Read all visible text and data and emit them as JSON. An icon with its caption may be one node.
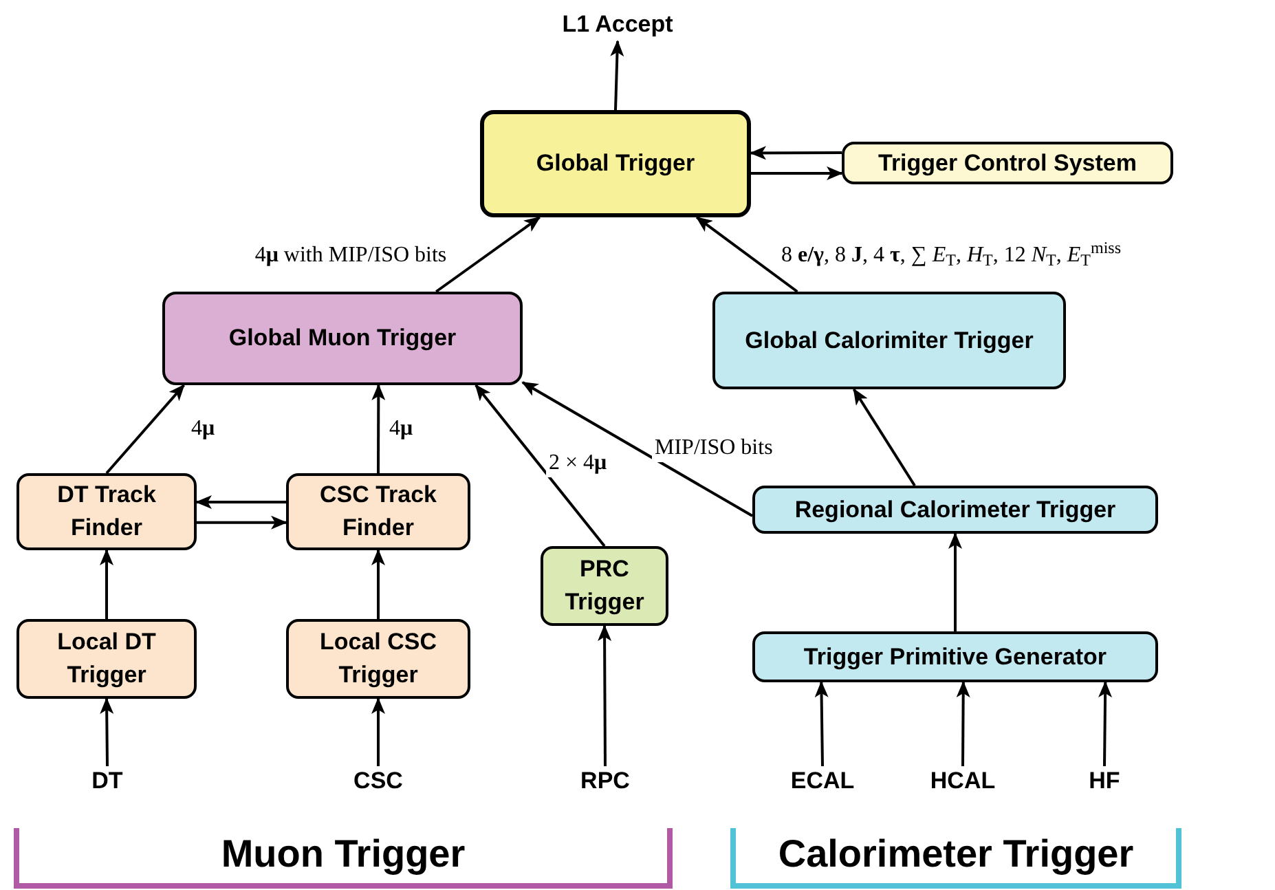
{
  "diagram": {
    "nodes": [
      {
        "text": [
          "L1 Accept"
        ]
      },
      {
        "text": [
          "Global Trigger"
        ]
      },
      {
        "text": [
          "Trigger Control System"
        ]
      },
      {
        "text": [
          "Global Muon Trigger"
        ]
      },
      {
        "text": [
          "Global Calorimiter Trigger"
        ]
      },
      {
        "text": [
          "DT Track Finder"
        ]
      },
      {
        "text": [
          "CSC Track Finder"
        ]
      },
      {
        "text": [
          "Regional Calorimeter Trigger"
        ]
      },
      {
        "text": [
          "PRC Trigger"
        ]
      },
      {
        "text": [
          "Local DT Trigger"
        ]
      },
      {
        "text": [
          "Local CSC Trigger"
        ]
      },
      {
        "text": [
          "Trigger Primitive Generator"
        ]
      },
      {
        "text": [
          "DT"
        ]
      },
      {
        "text": [
          "CSC"
        ]
      },
      {
        "text": [
          "RPC"
        ]
      },
      {
        "text": [
          "ECAL"
        ]
      },
      {
        "text": [
          "HCAL"
        ]
      },
      {
        "text": [
          "HF"
        ]
      }
    ],
    "edges": [
      {
        "from": 1,
        "to": 0,
        "arrow": "to"
      },
      {
        "from": 2,
        "to": 1,
        "arrow": "to"
      },
      {
        "from": 1,
        "to": 2,
        "arrow": "to"
      },
      {
        "from": 3,
        "to": 1,
        "arrow": "to",
        "label": "4**μ** with MIP/ISO bits"
      },
      {
        "from": 4,
        "to": 1,
        "arrow": "to",
        "label": "8 **e/γ**, 8 **J**, 4 **τ**, ∑ *E*$_{T}$, *H*$_{T}$, 12 *N*$_{T}$, *E*$_{T}$$^{miss}$"
      },
      {
        "from": 5,
        "to": 3,
        "arrow": "to",
        "label": "4**μ**"
      },
      {
        "from": 6,
        "to": 3,
        "arrow": "to",
        "label": "4**μ**"
      },
      {
        "from": 8,
        "to": 3,
        "arrow": "to",
        "label": "2 × 4**μ**"
      },
      {
        "from": 7,
        "to": 3,
        "arrow": "to",
        "label": "MIP/ISO bits"
      },
      {
        "from": 7,
        "to": 4,
        "arrow": "to"
      },
      {
        "from": 6,
        "to": 5,
        "arrow": "to"
      },
      {
        "from": 5,
        "to": 6,
        "arrow": "to"
      },
      {
        "from": 9,
        "to": 5,
        "arrow": "to"
      },
      {
        "from": 10,
        "to": 6,
        "arrow": "to"
      },
      {
        "from": 11,
        "to": 7,
        "arrow": "to"
      },
      {
        "from": 14,
        "to": 8,
        "arrow": "to"
      },
      {
        "from": 12,
        "to": 9,
        "arrow": "to"
      },
      {
        "from": 13,
        "to": 10,
        "arrow": "to"
      },
      {
        "from": 15,
        "to": 11,
        "arrow": "to"
      },
      {
        "from": 16,
        "to": 11,
        "arrow": "to"
      },
      {
        "from": 17,
        "to": 11,
        "arrow": "to"
      }
    ],
    "labels": [
      "Muon Trigger",
      "Calorimeter Trigger"
    ]
  }
}
